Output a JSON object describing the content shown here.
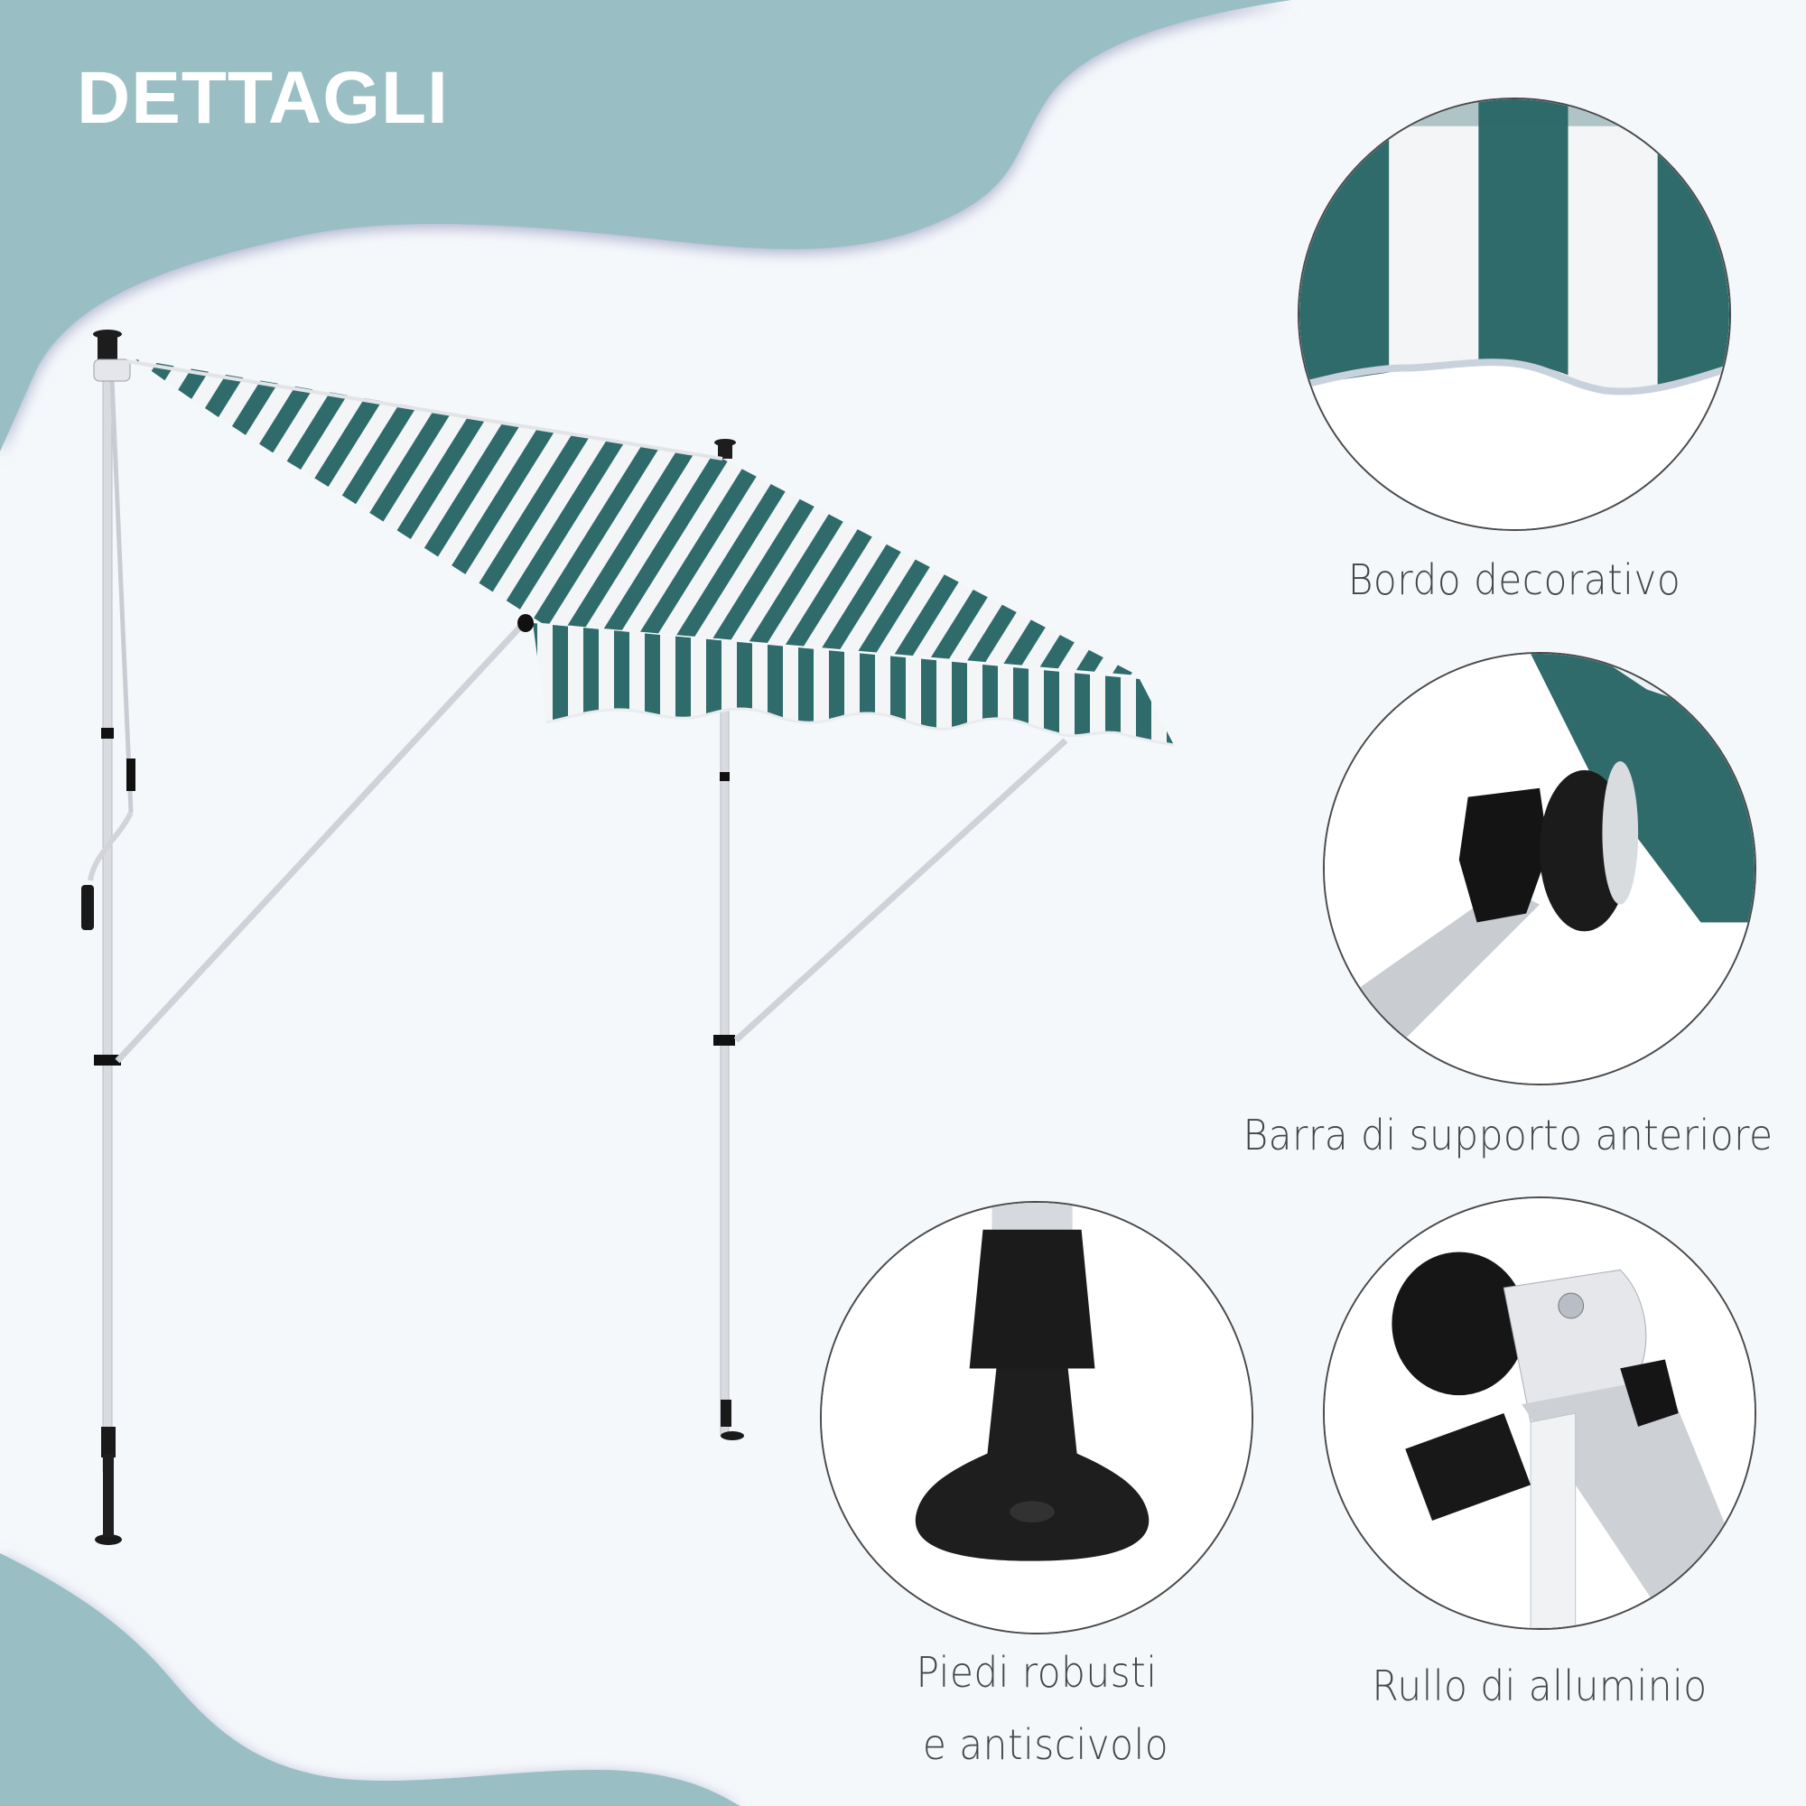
{
  "title": "DETTAGLI",
  "colors": {
    "background": "#f5f8fb",
    "accent_blob": "#99bfc4",
    "fabric_green": "#2f6b6b",
    "fabric_white": "#f4f5f7",
    "caption": "#454545",
    "circle_border": "#4a4a4a"
  },
  "product": {
    "name": "striped-awning-illustration",
    "stripe_colors": [
      "#2f6b6b",
      "#f4f5f7"
    ]
  },
  "details": [
    {
      "id": "decorative-edge",
      "caption": "Bordo decorativo"
    },
    {
      "id": "front-support-bar",
      "caption": "Barra di supporto anteriore"
    },
    {
      "id": "sturdy-feet",
      "caption_line1": "Piedi robusti",
      "caption_line2": "e antiscivolo"
    },
    {
      "id": "aluminium-roller",
      "caption": "Rullo di alluminio"
    }
  ]
}
